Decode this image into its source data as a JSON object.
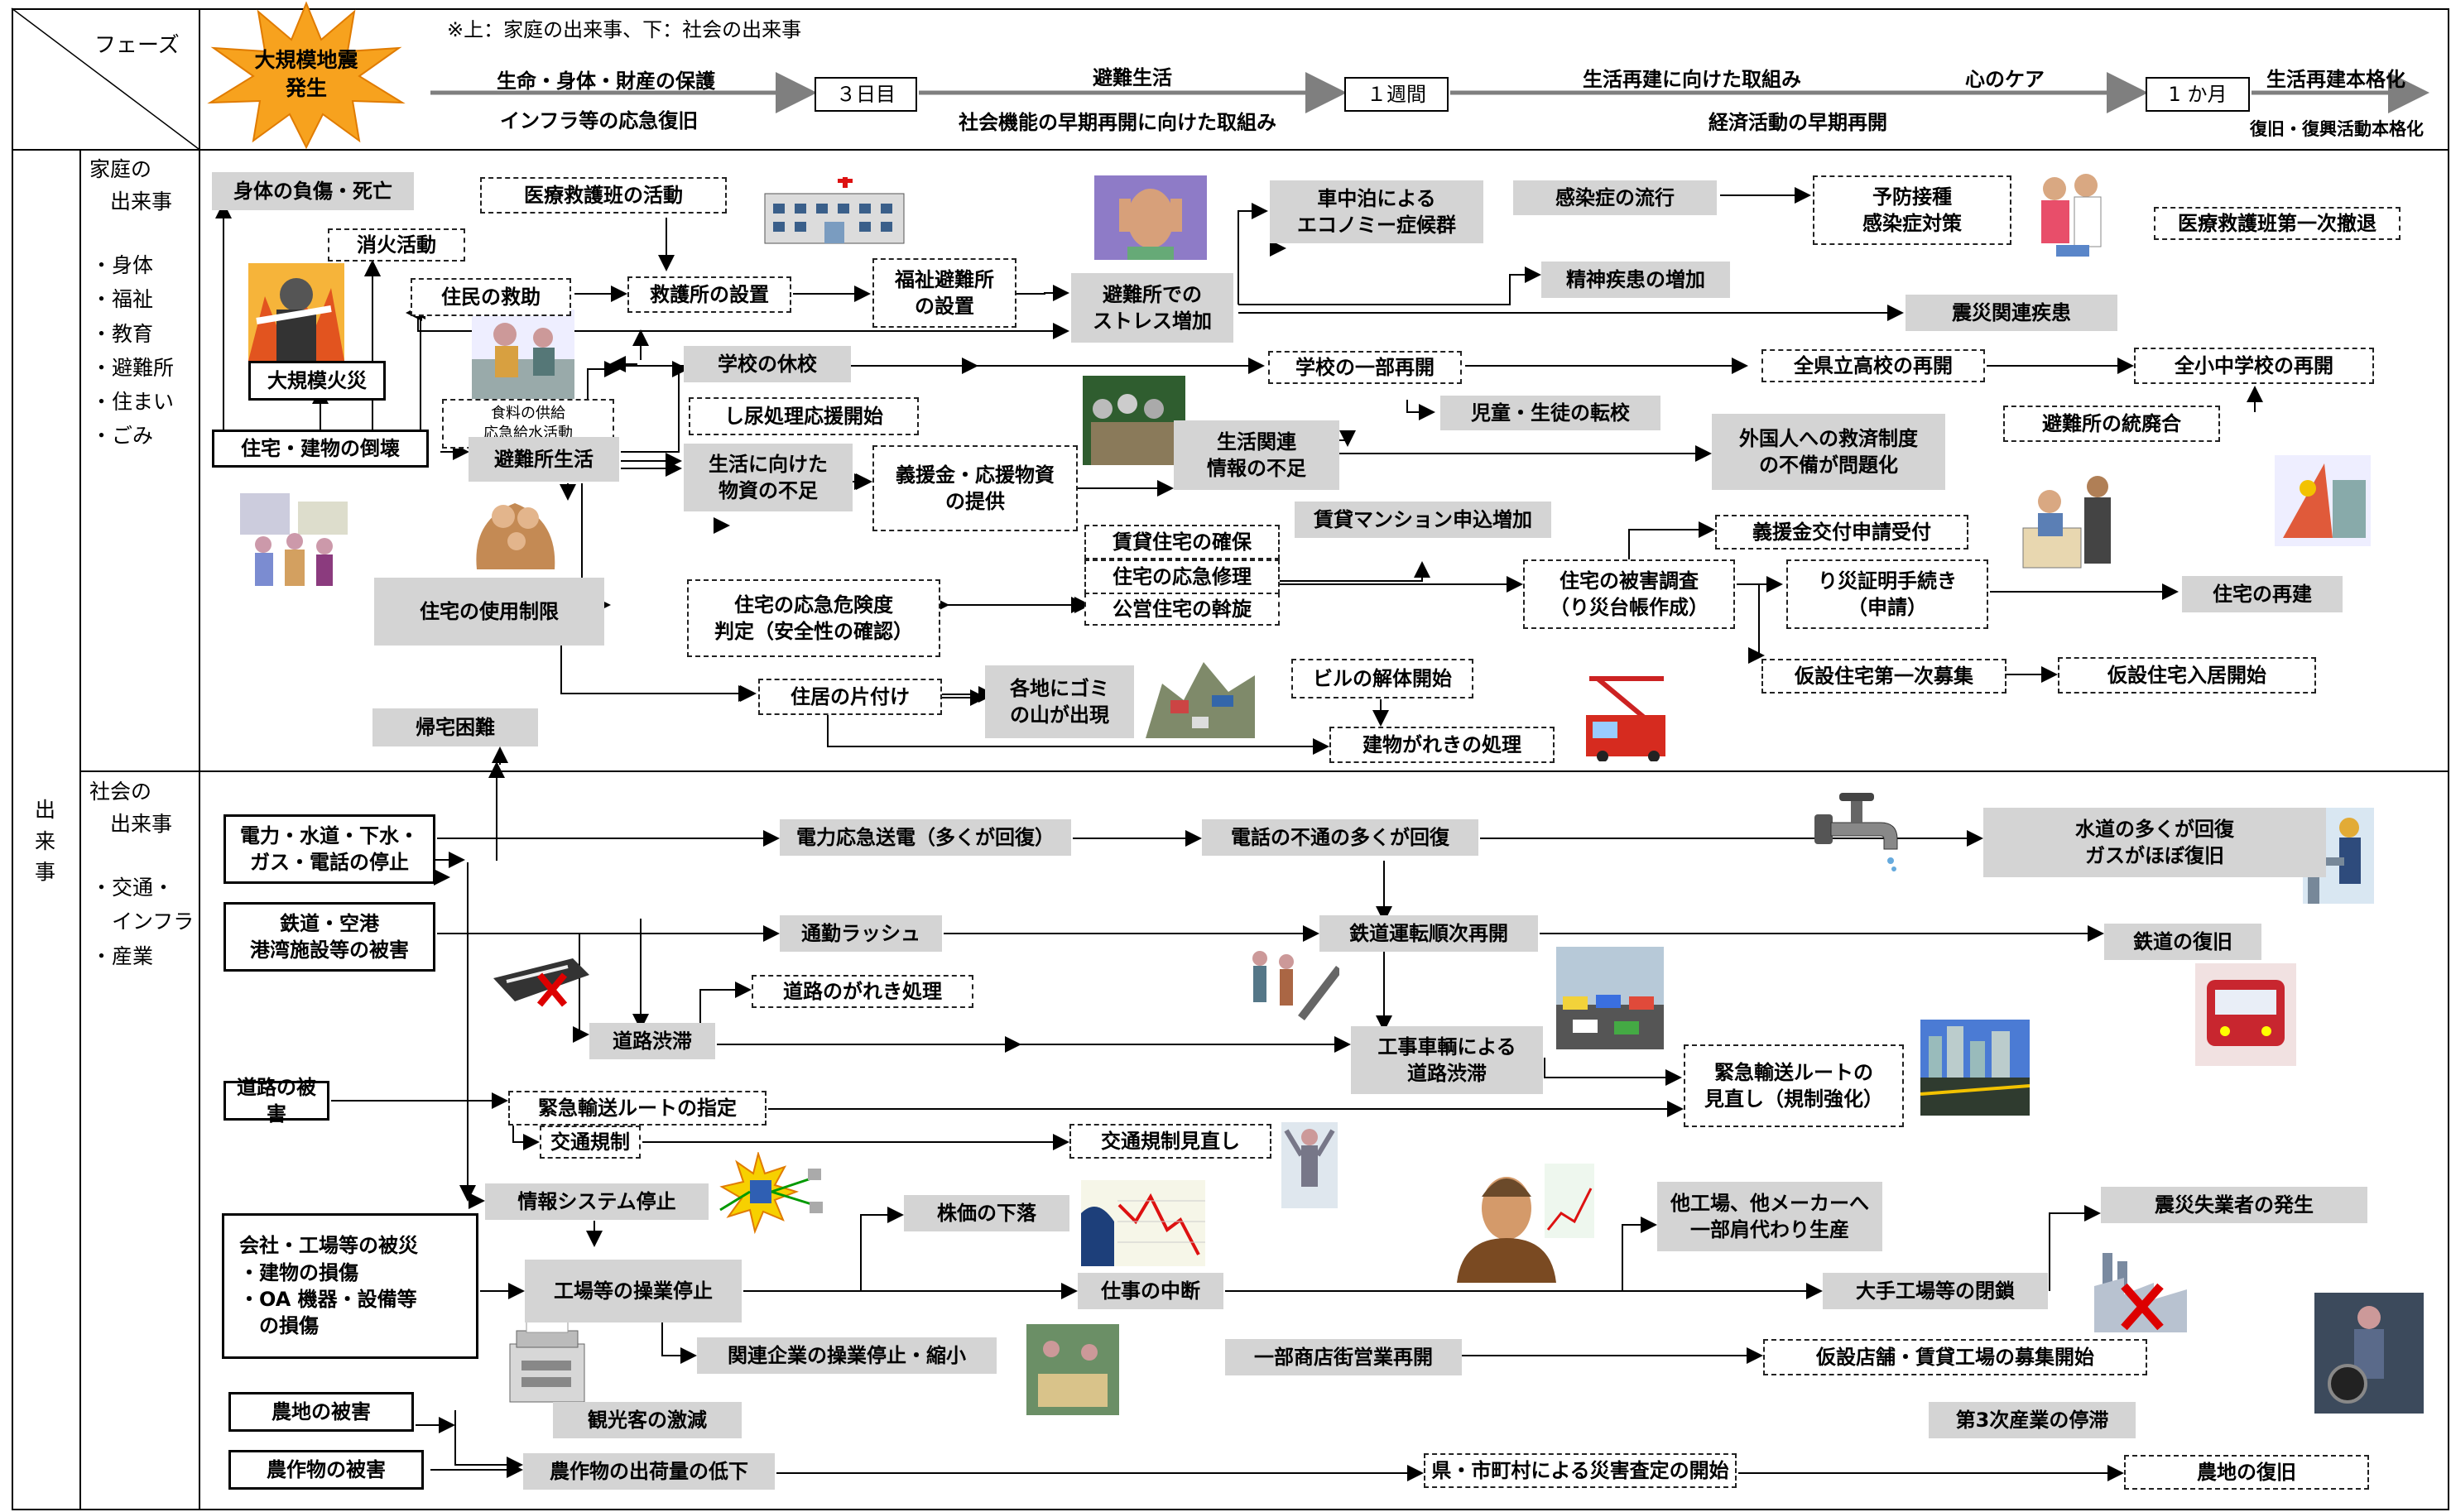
{
  "header": {
    "phase_label": "フェーズ",
    "note": "※上：家庭の出来事、下：社会の出来事",
    "quake": "大規模地震\n発生",
    "timeline": {
      "seg1_top": "生命・身体・財産の保護",
      "seg1_bottom": "インフラ等の応急復旧",
      "day3": "３日目",
      "seg2_top": "避難生活",
      "seg2_bottom": "社会機能の早期再開に向けた取組み",
      "week1": "１週間",
      "seg3_top": "生活再建に向けた取組み",
      "seg3_care": "心のケア",
      "seg3_bottom": "経済活動の早期再開",
      "month1": "1 か月",
      "seg4_top": "生活再建本格化",
      "seg4_bottom": "復旧・復興活動本格化"
    }
  },
  "sidebar": {
    "outer": "出\n来\n事",
    "household_title": "家庭の\n　出来事",
    "household_items": "・身体\n・福祉\n・教育\n・避難所\n・住まい\n・ごみ",
    "society_title": "社会の\n　出来事",
    "society_items": "・交通・\n　インフラ\n・産業"
  },
  "household": {
    "b1": "身体の負傷・死亡",
    "b2": "消火活動",
    "b3": "大規模火災",
    "b4": "住民の救助",
    "b5": "医療救護班の活動",
    "b6": "救護所の設置",
    "b7": "福祉避難所\nの設置",
    "b8": "避難所での\nストレス増加",
    "b9": "車中泊による\nエコノミー症候群",
    "b10": "感染症の流行",
    "b11": "予防接種\n感染症対策",
    "b12": "医療救護班第一次撤退",
    "b13": "精神疾患の増加",
    "b14": "震災関連疾患",
    "b15": "住宅・建物の倒壊",
    "b16": "食料の供給\n応急給水活動",
    "b17": "避難所生活",
    "b18": "学校の休校",
    "b19": "学校の一部再開",
    "b20": "全県立高校の再開",
    "b21": "全小中学校の再開",
    "b22": "児童・生徒の転校",
    "b23": "し尿処理応援開始",
    "b24": "生活に向けた\n物資の不足",
    "b25": "義援金・応援物資\nの提供",
    "b26": "生活関連\n情報の不足",
    "b27": "外国人への救済制度\nの不備が問題化",
    "b28": "避難所の統廃合",
    "b29": "賃貸マンション申込増加",
    "b30": "賃貸住宅の確保",
    "b31": "住宅の応急修理",
    "b32": "公営住宅の斡旋",
    "b33": "義援金交付申請受付",
    "b34": "住宅の使用制限",
    "b35": "住宅の応急危険度\n判定（安全性の確認）",
    "b36": "住宅の被害調査\n（り災台帳作成）",
    "b37": "り災証明手続き\n（申請）",
    "b38": "住宅の再建",
    "b39": "住居の片付け",
    "b40": "各地にゴミ\nの山が出現",
    "b41": "ビルの解体開始",
    "b42": "建物がれきの処理",
    "b43": "仮設住宅第一次募集",
    "b44": "仮設住宅入居開始",
    "b45": "帰宅困難"
  },
  "society": {
    "s1": "電力・水道・下水・\nガス・電話の停止",
    "s2": "電力応急送電（多くが回復）",
    "s3": "電話の不通の多くが回復",
    "s4": "水道の多くが回復\nガスがほぼ復旧",
    "s5": "鉄道・空港\n港湾施設等の被害",
    "s6": "通勤ラッシュ",
    "s7": "鉄道運転順次再開",
    "s8": "鉄道の復旧",
    "s9": "道路のがれき処理",
    "s10": "道路渋滞",
    "s11": "工事車輌による\n道路渋滞",
    "s12": "道路の被害",
    "s13": "緊急輸送ルートの指定",
    "s14": "交通規制",
    "s15": "交通規制見直し",
    "s16": "緊急輸送ルートの\n見直し（規制強化）",
    "s17": "情報システム停止",
    "s18": "株価の下落",
    "s19": "他工場、他メーカーへ\n一部肩代わり生産",
    "s20": "震災失業者の発生",
    "s21": "会社・工場等の被災\n・建物の損傷\n・OA 機器・設備等\n　の損傷",
    "s22": "工場等の操業停止",
    "s23": "仕事の中断",
    "s24": "大手工場等の閉鎖",
    "s25": "関連企業の操業停止・縮小",
    "s26": "一部商店街営業再開",
    "s27": "仮設店舗・賃貸工場の募集開始",
    "s28": "観光客の激減",
    "s29": "第3次産業の停滞",
    "s30": "農地の被害",
    "s31": "農作物の被害",
    "s32": "農作物の出荷量の低下",
    "s33": "県・市町村による災害査定の開始",
    "s34": "農地の復旧"
  },
  "colors": {
    "box_fill": "#d4d4d4",
    "burst": "#f7a21e",
    "arrow": "#7f7f7f"
  },
  "icons": [
    "hospital-icon",
    "firefighter-icon",
    "stressed-person-icon",
    "vaccination-icon",
    "rescue-icon",
    "family-icon",
    "refugees-icon",
    "crowd-icon",
    "office-worker-icon",
    "construction-icon",
    "garbage-icon",
    "fire-truck-icon",
    "faucet-icon",
    "worker-icon",
    "broken-train-icon",
    "train-icon",
    "traffic-icon",
    "city-icon",
    "network-icon",
    "stock-chart-icon",
    "businessman-icon",
    "factory-closed-icon",
    "copier-icon",
    "meeting-icon",
    "mechanic-icon",
    "people-icon"
  ]
}
